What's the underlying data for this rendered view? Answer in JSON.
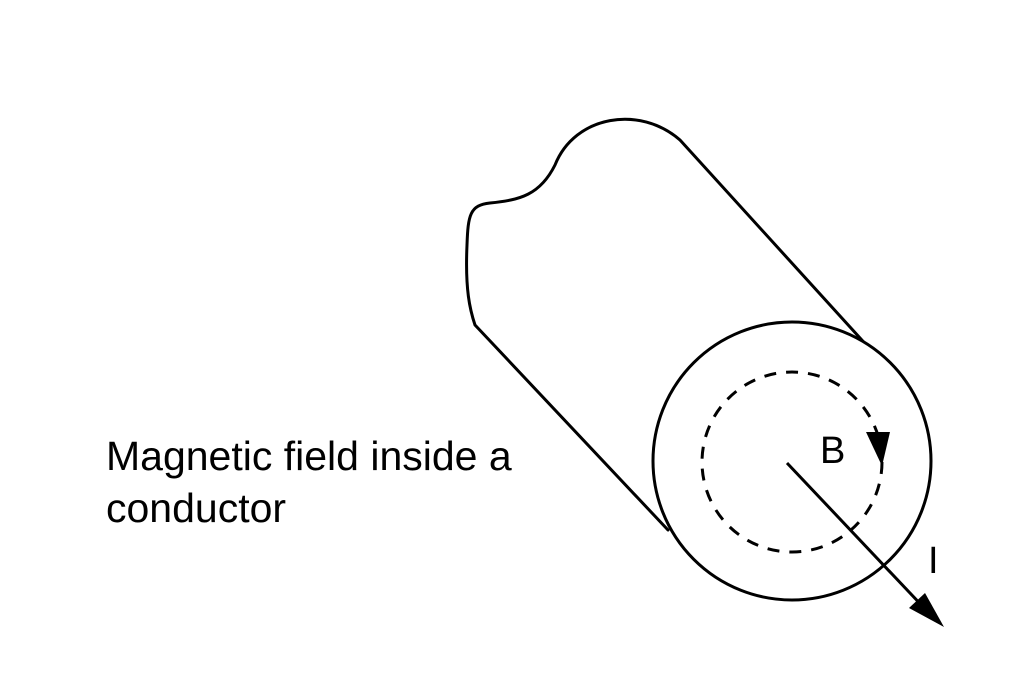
{
  "caption": "Magnetic field inside a\nconductor",
  "labels": {
    "field": "B",
    "current": "I"
  },
  "colors": {
    "stroke": "#000000",
    "background": "#ffffff"
  }
}
